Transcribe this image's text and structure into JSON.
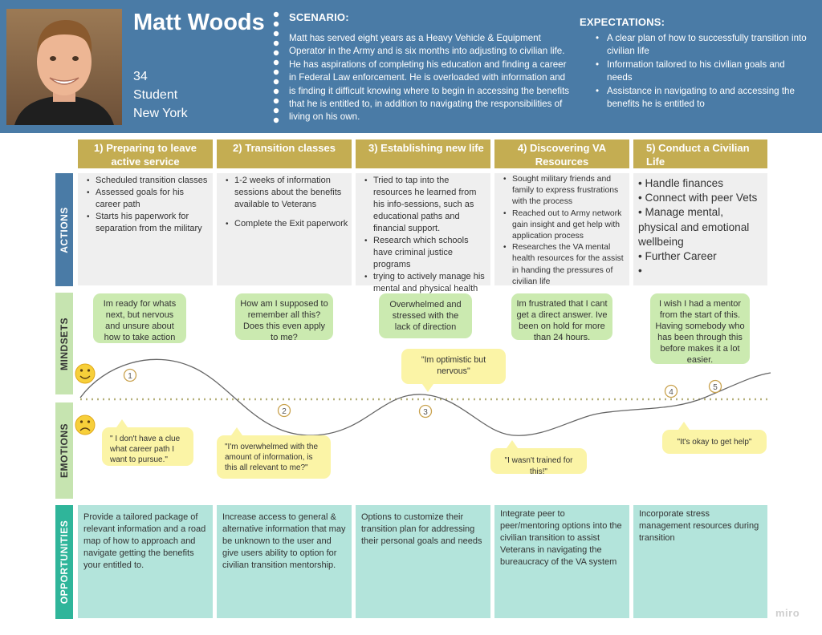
{
  "persona": {
    "name": "Matt Woods",
    "age": "34",
    "occupation": "Student",
    "location": "New York",
    "photo": "portrait-photo"
  },
  "scenario": {
    "heading": "SCENARIO:",
    "text": "Matt has served eight years as a Heavy Vehicle & Equipment Operator in the Army and is six months into adjusting to civilian life. He has aspirations of completing his education and finding a career in Federal Law enforcement. He is overloaded with information and is finding it difficult knowing where to begin in accessing the benefits that he is entitled to, in addition to navigating the responsibilities of living on his own."
  },
  "expectations": {
    "heading": "EXPECTATIONS:",
    "items": [
      "A clear plan of how to successfully transition into civilian life",
      "Information tailored to his civilian goals and needs",
      "Assistance in navigating to and accessing the benefits he is entitled to"
    ]
  },
  "row_labels": {
    "actions": "ACTIONS",
    "mindsets": "MINDSETS",
    "emotions": "EMOTIONS",
    "opportunities": "OPPORTUNITIES"
  },
  "stages": [
    {
      "title": "1) Preparing to leave active service",
      "actions": [
        "Scheduled transition classes",
        "Assessed goals for his career path",
        "Starts his paperwork for separation from the military"
      ],
      "mindset": "Im ready for whats next, but nervous and unsure about how to take action",
      "opportunity": "Provide a tailored package of relevant information and a road map of how to approach and navigate getting the benefits your entitled to."
    },
    {
      "title": "2) Transition classes",
      "actions": [
        "1-2 weeks of information sessions about the benefits available to Veterans",
        "Complete the Exit paperwork"
      ],
      "mindset": "How am I supposed to remember all this? Does this even apply to me?",
      "opportunity": "Increase access to general & alternative information that may be unknown to the user and give users ability to option for civilian transition mentorship."
    },
    {
      "title": "3) Establishing new life",
      "actions": [
        "Tried to tap into the resources he learned from his info-sessions, such as educational paths and financial support.",
        "Research which schools have criminal justice programs",
        "trying to actively manage his mental and physical health"
      ],
      "mindset": "Overwhelmed and stressed with the lack of direction",
      "opportunity": "Options to customize their transition plan for addressing their personal goals and needs"
    },
    {
      "title": "4) Discovering VA Resources",
      "actions": [
        "Sought military friends and family to express frustrations with the process",
        "Reached out to Army network gain insight and get help with application process",
        "Researches the VA mental health resources for the assist in handing the pressures of civilian life"
      ],
      "mindset": "Im frustrated that I cant get a direct answer. Ive been on hold for more than 24 hours.",
      "opportunity": "Integrate peer to peer/mentoring options into the civilian transition to assist Veterans in navigating the bureaucracy of the VA system"
    },
    {
      "title": "5) Conduct a Civilian Life",
      "actions": [
        "Handle finances",
        "Connect with peer Vets",
        "Manage mental, physical and emotional wellbeing",
        "Further Career",
        ""
      ],
      "mindset": "I wish I had a mentor from the start of this. Having somebody who has been through this before makes it a lot easier.",
      "opportunity": "Incorporate stress management resources during transition"
    }
  ],
  "emotion_quotes": [
    "\" I don't have a clue what career path I want to pursue.\"",
    "\"I'm overwhelmed with the amount of information, is this all relevant to me?\"",
    "\"Im optimistic but nervous\"",
    "\"I wasn't trained for this!\"",
    "\"It's okay to get help\""
  ],
  "journey_points": [
    "1",
    "2",
    "3",
    "4",
    "5"
  ],
  "emotion_icons": {
    "happy": "smiley-face-icon",
    "sad": "frowning-face-icon"
  },
  "colors": {
    "header_bg": "#4a7ba6",
    "stage_header": "#c4ad52",
    "actions_label": "#4a7ba6",
    "mindsets_label": "#c6e4b0",
    "emotions_label": "#c6e4b0",
    "opportunities_label": "#2fb59a",
    "action_cell": "#efefef",
    "opportunity_cell": "#b3e4db",
    "mindset_bubble": "#cbeab0",
    "emotion_bubble": "#fbf4a6"
  },
  "watermark": "miro"
}
